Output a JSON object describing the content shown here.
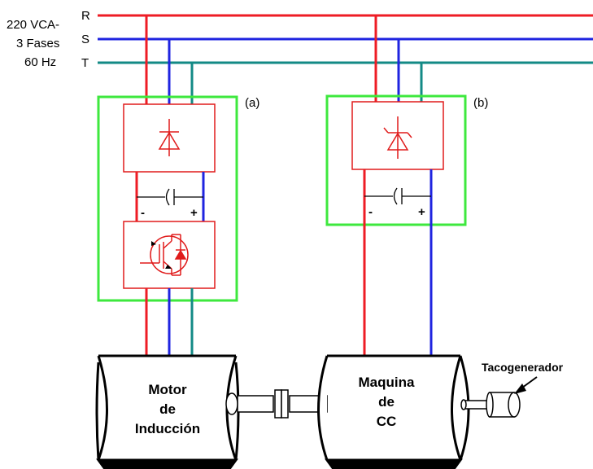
{
  "supply": {
    "line1": "220 VCA-",
    "line2": "3 Fases",
    "line3": "60 Hz",
    "phases": [
      "R",
      "S",
      "T"
    ]
  },
  "converters": {
    "a_label": "(a)",
    "b_label": "(b)",
    "a_minus": "-",
    "a_plus": "+",
    "b_minus": "-",
    "b_plus": "+"
  },
  "machines": {
    "motor_line1": "Motor",
    "motor_line2": "de",
    "motor_line3": "Inducción",
    "dc_line1": "Maquina",
    "dc_line2": "de",
    "dc_line3": "CC",
    "tacho": "Tacogenerador"
  },
  "colors": {
    "phase_r": "#ee1c25",
    "phase_s": "#1f24e0",
    "phase_t": "#138a86",
    "frame": "#3ee83e",
    "device": "#e01b1b",
    "ink": "#000000"
  }
}
